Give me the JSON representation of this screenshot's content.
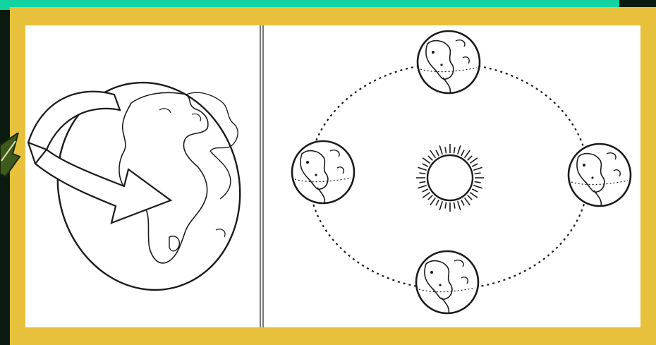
{
  "colors": {
    "accent_teal": "#12d4a0",
    "frame_yellow": "#e8c13c",
    "line": "#1a1a1a",
    "background": "#ffffff"
  },
  "left_panel": {
    "subject": "earth-rotation",
    "icons": [
      "globe-icon",
      "rotation-arrow-icon"
    ]
  },
  "right_panel": {
    "subject": "earth-revolution",
    "icons": [
      "sun-icon",
      "earth-icon"
    ],
    "earth_positions": [
      "top",
      "right",
      "bottom",
      "left"
    ]
  },
  "decoration": {
    "icons": [
      "leaf-icon"
    ]
  }
}
